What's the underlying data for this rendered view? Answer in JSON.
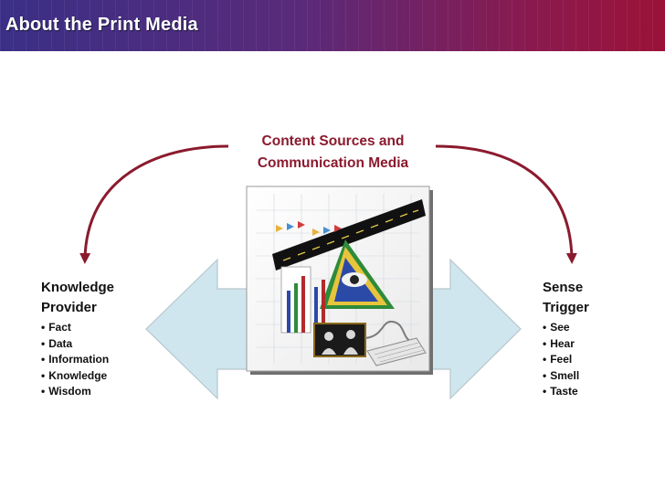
{
  "title": "About the Print Media",
  "center_heading": [
    "Content Sources and",
    "Communication Media"
  ],
  "left": {
    "title_lines": [
      "Knowledge",
      "Provider"
    ],
    "items": [
      "Fact",
      "Data",
      "Information",
      "Knowledge",
      "Wisdom"
    ]
  },
  "right": {
    "title_lines": [
      "Sense",
      "Trigger"
    ],
    "items": [
      "See",
      "Hear",
      "Feel",
      "Smell",
      "Taste"
    ]
  },
  "colors": {
    "accent": "#8b1a2e",
    "arrow_fill": "#cfe6ee",
    "title_start": "#3a2f86",
    "title_end": "#9b1238"
  },
  "image": {
    "name": "print-media-collage-illustration"
  }
}
